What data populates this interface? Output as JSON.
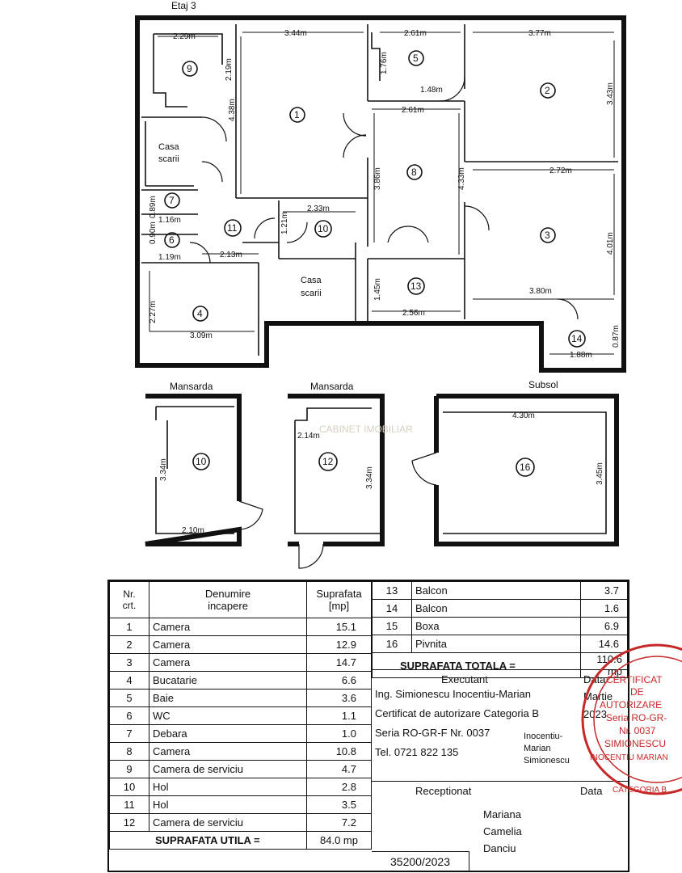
{
  "plan": {
    "title": "Etaj 3",
    "labels": {
      "mansarda_left": "Mansarda",
      "mansarda_mid": "Mansarda",
      "subsol": "Subsol",
      "casa1_a": "Casa",
      "casa1_b": "scarii",
      "casa2_a": "Casa",
      "casa2_b": "scarii",
      "watermark": "CABINET IMOBILIAR"
    },
    "rooms": [
      {
        "n": "1",
        "dims": [
          "3.44m",
          "4.38m"
        ]
      },
      {
        "n": "2",
        "dims": [
          "3.77m",
          "3.43m"
        ]
      },
      {
        "n": "3",
        "dims": [
          "2.72m",
          "4.01m",
          "3.80m"
        ]
      },
      {
        "n": "4",
        "dims": [
          "2.27m",
          "3.09m"
        ]
      },
      {
        "n": "5",
        "dims": [
          "2.61m",
          "1.76m",
          "1.48m"
        ]
      },
      {
        "n": "6",
        "dims": [
          "0.90m",
          "1.19m"
        ]
      },
      {
        "n": "7",
        "dims": [
          "0.89m",
          "1.16m"
        ]
      },
      {
        "n": "8",
        "dims": [
          "2.61m",
          "3.86m",
          "4.33m"
        ]
      },
      {
        "n": "9",
        "dims": [
          "2.29m",
          "2.19m"
        ]
      },
      {
        "n": "10",
        "dims": [
          "2.33m",
          "1.21m"
        ]
      },
      {
        "n": "11",
        "dims": [
          "2.13m"
        ]
      },
      {
        "n": "13",
        "dims": [
          "1.45m",
          "2.56m"
        ]
      },
      {
        "n": "14",
        "dims": [
          "1.88m",
          "0.87m"
        ]
      },
      {
        "n": "10",
        "dims": [
          "3.34m",
          "2.10m"
        ]
      },
      {
        "n": "12",
        "dims": [
          "2.14m",
          "3.34m"
        ]
      },
      {
        "n": "16",
        "dims": [
          "4.30m",
          "3.45m"
        ]
      }
    ]
  },
  "table": {
    "head": {
      "nr": "Nr.\ncrt.",
      "den": "Denumire\nincapere",
      "sup": "Suprafata\n[mp]"
    },
    "left_rows": [
      {
        "nr": "1",
        "den": "Camera",
        "sup": "15.1"
      },
      {
        "nr": "2",
        "den": "Camera",
        "sup": "12.9"
      },
      {
        "nr": "3",
        "den": "Camera",
        "sup": "14.7"
      },
      {
        "nr": "4",
        "den": "Bucatarie",
        "sup": "6.6"
      },
      {
        "nr": "5",
        "den": "Baie",
        "sup": "3.6"
      },
      {
        "nr": "6",
        "den": "WC",
        "sup": "1.1"
      },
      {
        "nr": "7",
        "den": "Debara",
        "sup": "1.0"
      },
      {
        "nr": "8",
        "den": "Camera",
        "sup": "10.8"
      },
      {
        "nr": "9",
        "den": "Camera de serviciu",
        "sup": "4.7"
      },
      {
        "nr": "10",
        "den": "Hol",
        "sup": "2.8"
      },
      {
        "nr": "11",
        "den": "Hol",
        "sup": "3.5"
      },
      {
        "nr": "12",
        "den": "Camera de serviciu",
        "sup": "7.2"
      }
    ],
    "utila_label": "SUPRAFATA UTILA =",
    "utila_value": "84.0 mp",
    "right_rows": [
      {
        "nr": "13",
        "den": "Balcon",
        "sup": "3.7"
      },
      {
        "nr": "14",
        "den": "Balcon",
        "sup": "1.6"
      },
      {
        "nr": "15",
        "den": "Boxa",
        "sup": "6.9"
      },
      {
        "nr": "16",
        "den": "Pivnita",
        "sup": "14.6"
      }
    ],
    "totala_label": "SUPRAFATA TOTALA =",
    "totala_value": "110.6 mp",
    "executant_label": "Executant",
    "data_label": "Data",
    "executant_name": "Ing. Simionescu Inocentiu-Marian",
    "certificat": "Certificat de autorizare Categoria B",
    "seria": "Seria RO-GR-F Nr. 0037",
    "tel": "Tel. 0721 822 135",
    "sign_name": [
      "Inocentiu-",
      "Marian",
      "Simionescu"
    ],
    "date_lines": [
      "Martie",
      "2023"
    ],
    "receptionat_label": "Receptionat",
    "data2_label": "Data",
    "receiver": [
      "Mariana",
      "Camelia",
      "Danciu"
    ],
    "doc_number": "35200/2023"
  },
  "stamp": {
    "lines": [
      "CERTIFICAT",
      "DE",
      "AUTORIZARE",
      "Seria RO-GR-",
      "Nr. 0037",
      "SIMIONESCU",
      "INOCENTIU MARIAN",
      "CATEGORIA B"
    ],
    "color": "#c62828"
  }
}
